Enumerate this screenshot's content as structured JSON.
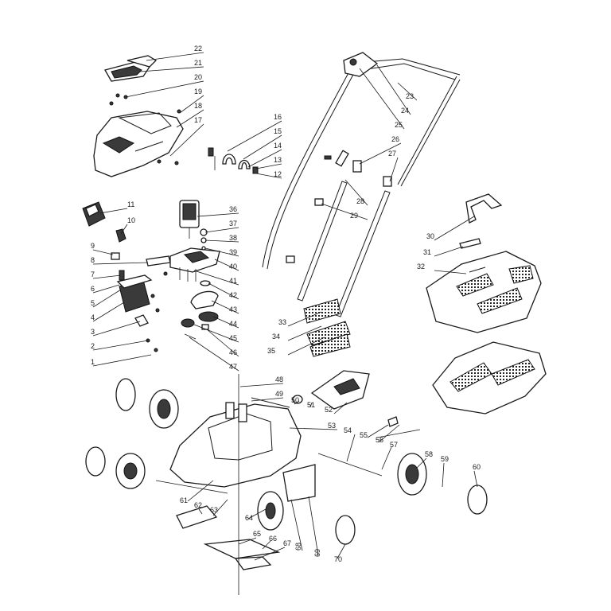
{
  "callouts": [
    "1",
    "2",
    "3",
    "4",
    "5",
    "6",
    "7",
    "8",
    "9",
    "10",
    "11",
    "12",
    "13",
    "14",
    "15",
    "16",
    "17",
    "18",
    "19",
    "20",
    "21",
    "22",
    "23",
    "24",
    "25",
    "26",
    "27",
    "28",
    "29",
    "30",
    "31",
    "32",
    "33",
    "34",
    "35",
    "36",
    "37",
    "38",
    "39",
    "40",
    "41",
    "42",
    "43",
    "44",
    "45",
    "46",
    "47",
    "48",
    "49",
    "50",
    "51",
    "52",
    "53",
    "54",
    "55",
    "56",
    "57",
    "58",
    "59",
    "60",
    "61",
    "62",
    "63",
    "64",
    "65",
    "66",
    "67",
    "68",
    "69",
    "70"
  ],
  "colors": {
    "line": "#1a1a1a",
    "background": "#ffffff"
  }
}
